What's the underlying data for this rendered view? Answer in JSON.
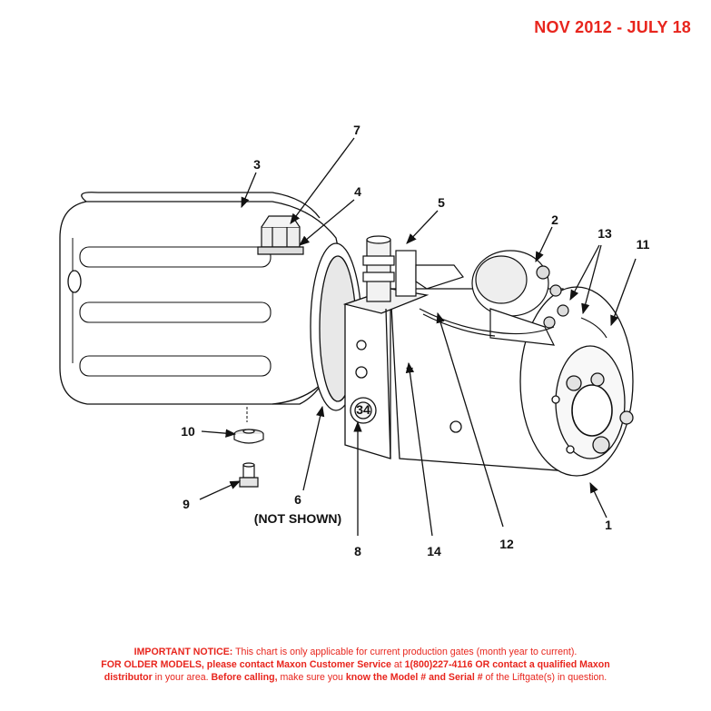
{
  "header": {
    "date_range": "NOV 2012 - JULY 18"
  },
  "callouts": [
    {
      "id": "1",
      "label": "1"
    },
    {
      "id": "2",
      "label": "2"
    },
    {
      "id": "3",
      "label": "3"
    },
    {
      "id": "4",
      "label": "4"
    },
    {
      "id": "5",
      "label": "5"
    },
    {
      "id": "6",
      "label": "6"
    },
    {
      "id": "6-note",
      "label": "(NOT SHOWN)"
    },
    {
      "id": "7",
      "label": "7"
    },
    {
      "id": "8",
      "label": "8"
    },
    {
      "id": "9",
      "label": "9"
    },
    {
      "id": "10",
      "label": "10"
    },
    {
      "id": "11",
      "label": "11"
    },
    {
      "id": "12",
      "label": "12"
    },
    {
      "id": "13",
      "label": "13"
    },
    {
      "id": "14",
      "label": "14"
    }
  ],
  "diagram": {
    "port_stamp": "34",
    "motor_symbol": "~"
  },
  "notice": {
    "l1_bold": "IMPORTANT NOTICE:",
    "l1_rest": " This chart is only applicable for current production gates (month year to current).",
    "l2_bold1": "FOR OLDER MODELS, please contact Maxon Customer Service",
    "l2_mid": " at ",
    "l2_bold2": "1(800)227-4116 OR contact a qualified Maxon",
    "l3_bold1": "distributor",
    "l3_mid1": " in your area. ",
    "l3_bold2": "Before calling,",
    "l3_mid2": " make sure you ",
    "l3_bold3": "know the Model # and Serial #",
    "l3_end": " of the Liftgate(s) in question."
  },
  "colors": {
    "accent": "#e8251d",
    "line": "#111111",
    "shade": "#d9d9d9"
  }
}
